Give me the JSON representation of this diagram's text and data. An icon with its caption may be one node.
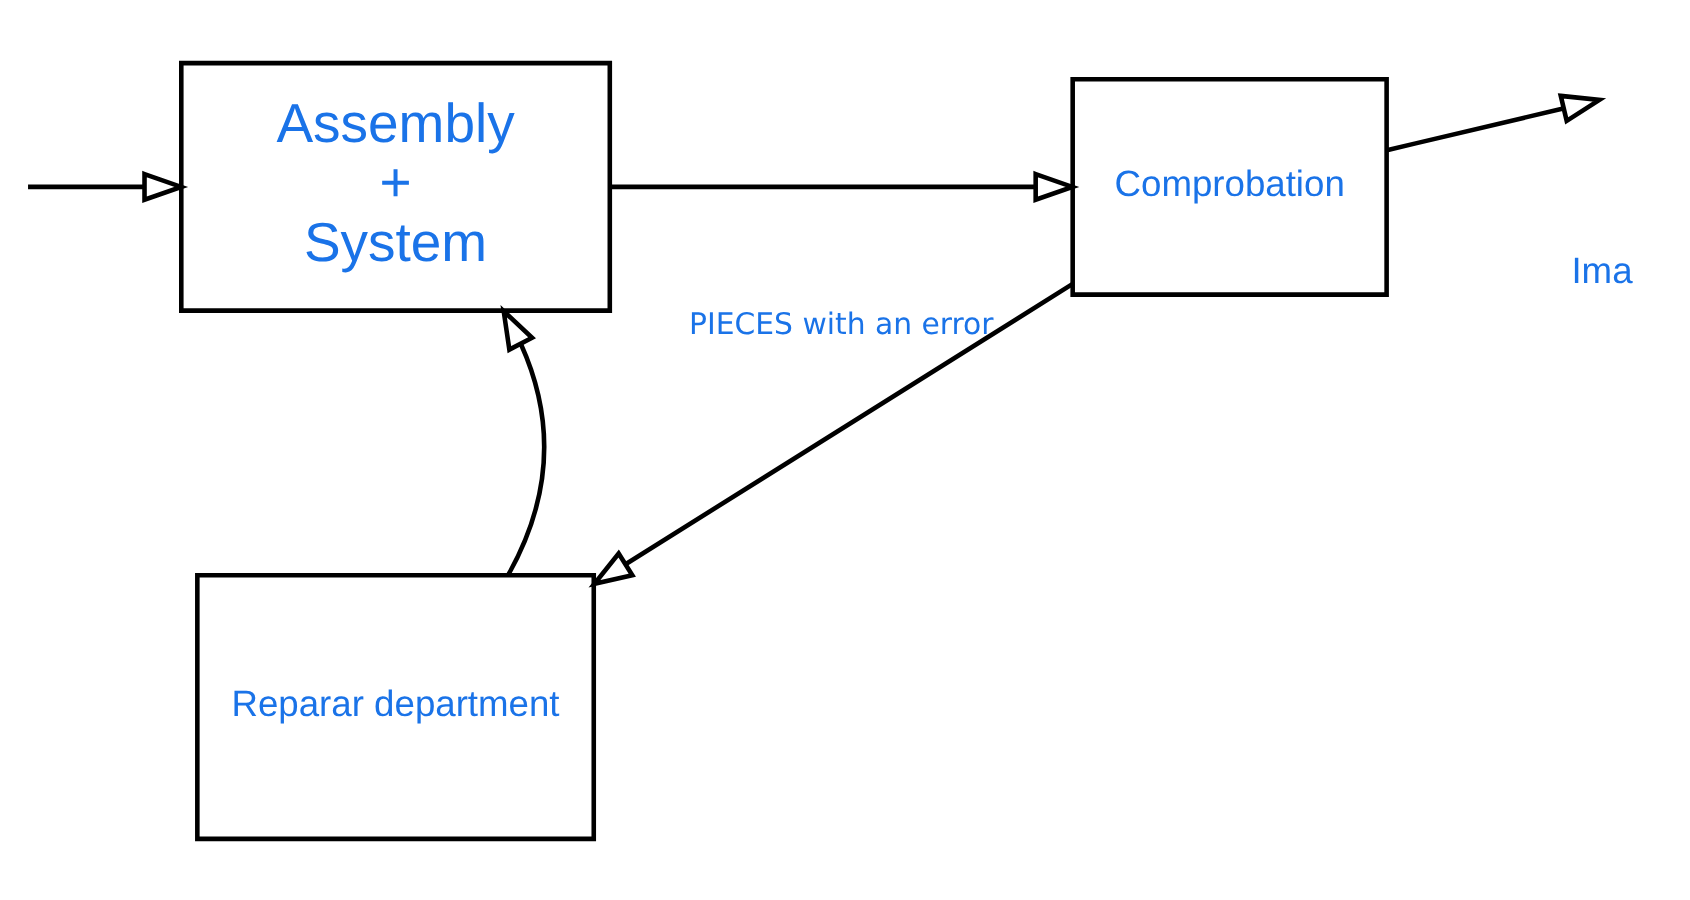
{
  "diagram": {
    "nodes": [
      {
        "text": [
          "Assembly",
          "+",
          "System"
        ]
      },
      {
        "text": [
          "Comprobation"
        ]
      },
      {
        "text": [
          "Reparar department"
        ]
      }
    ],
    "edges": [
      {
        "from": null,
        "to": 0,
        "arrow": "to"
      },
      {
        "from": 0,
        "to": 1,
        "arrow": "to"
      },
      {
        "from": 1,
        "to": null,
        "arrow": "to"
      },
      {
        "from": 1,
        "to": 2,
        "arrow": "to",
        "label": "PIECES with an error"
      },
      {
        "from": 2,
        "to": 0,
        "arrow": "to"
      }
    ],
    "labels": [
      "Ima"
    ]
  }
}
